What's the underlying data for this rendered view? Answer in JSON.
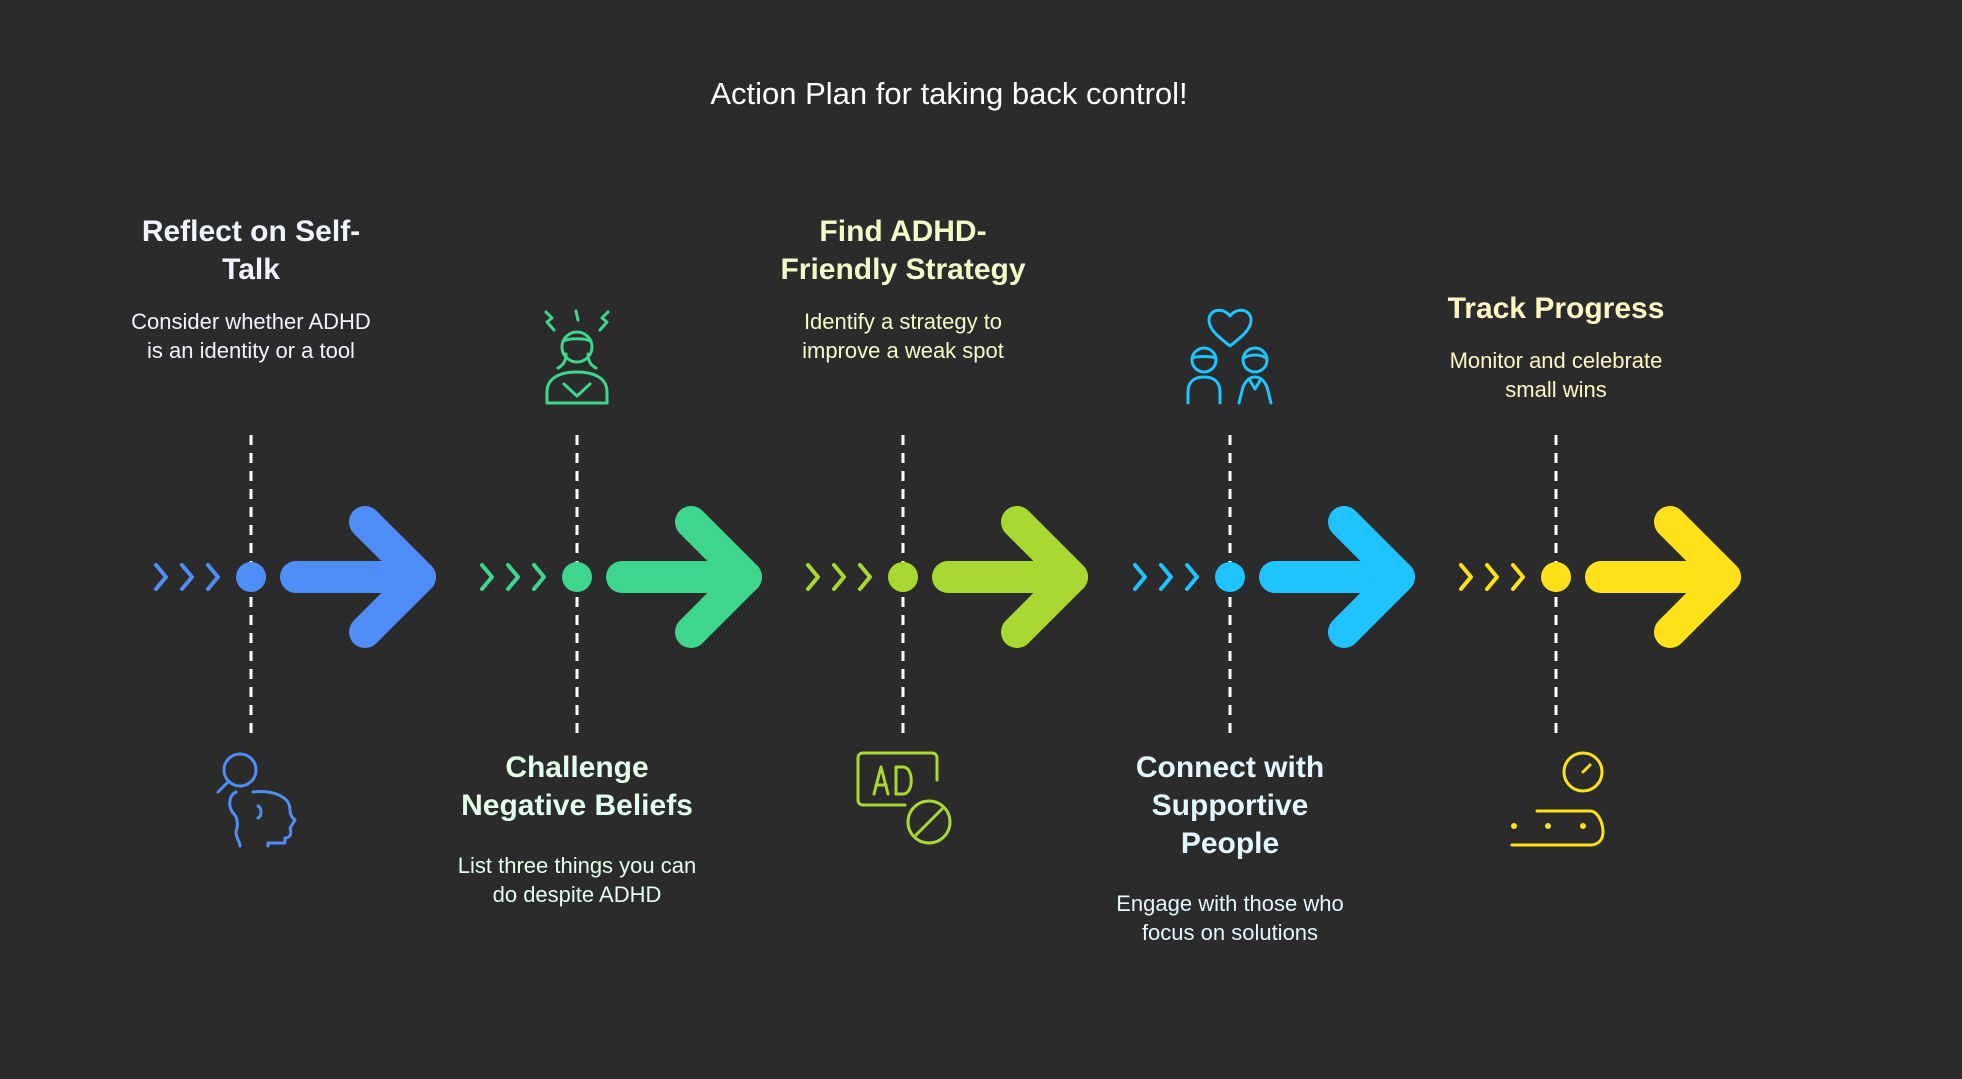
{
  "title": "Action Plan for taking back control!",
  "colors": {
    "background": "#2b2b2b",
    "step1": "#4f8ef7",
    "step2": "#3dd68c",
    "step3": "#a8d832",
    "step4": "#1ec3ff",
    "step5": "#ffe119",
    "head_light": "#f0f4ff",
    "head_green": "#e2ffe9",
    "head_lime": "#f2fbc8",
    "head_cyan": "#e2f7ff",
    "head_yellow": "#fff6c4"
  },
  "steps": [
    {
      "heading": "Reflect on Self-Talk",
      "description": "Consider whether ADHD is an identity or a tool",
      "icon": "person-reflection-icon"
    },
    {
      "heading": "Challenge Negative Beliefs",
      "description": "List three things you can do despite ADHD",
      "icon": "frustrated-person-icon"
    },
    {
      "heading": "Find ADHD-Friendly Strategy",
      "description": "Identify a strategy to improve a weak spot",
      "icon": "ad-block-icon"
    },
    {
      "heading": "Connect with Supportive People",
      "description": "Engage with those who focus on solutions",
      "icon": "people-heart-icon"
    },
    {
      "heading": "Track Progress",
      "description": "Monitor and celebrate small wins",
      "icon": "progress-timer-icon"
    }
  ]
}
